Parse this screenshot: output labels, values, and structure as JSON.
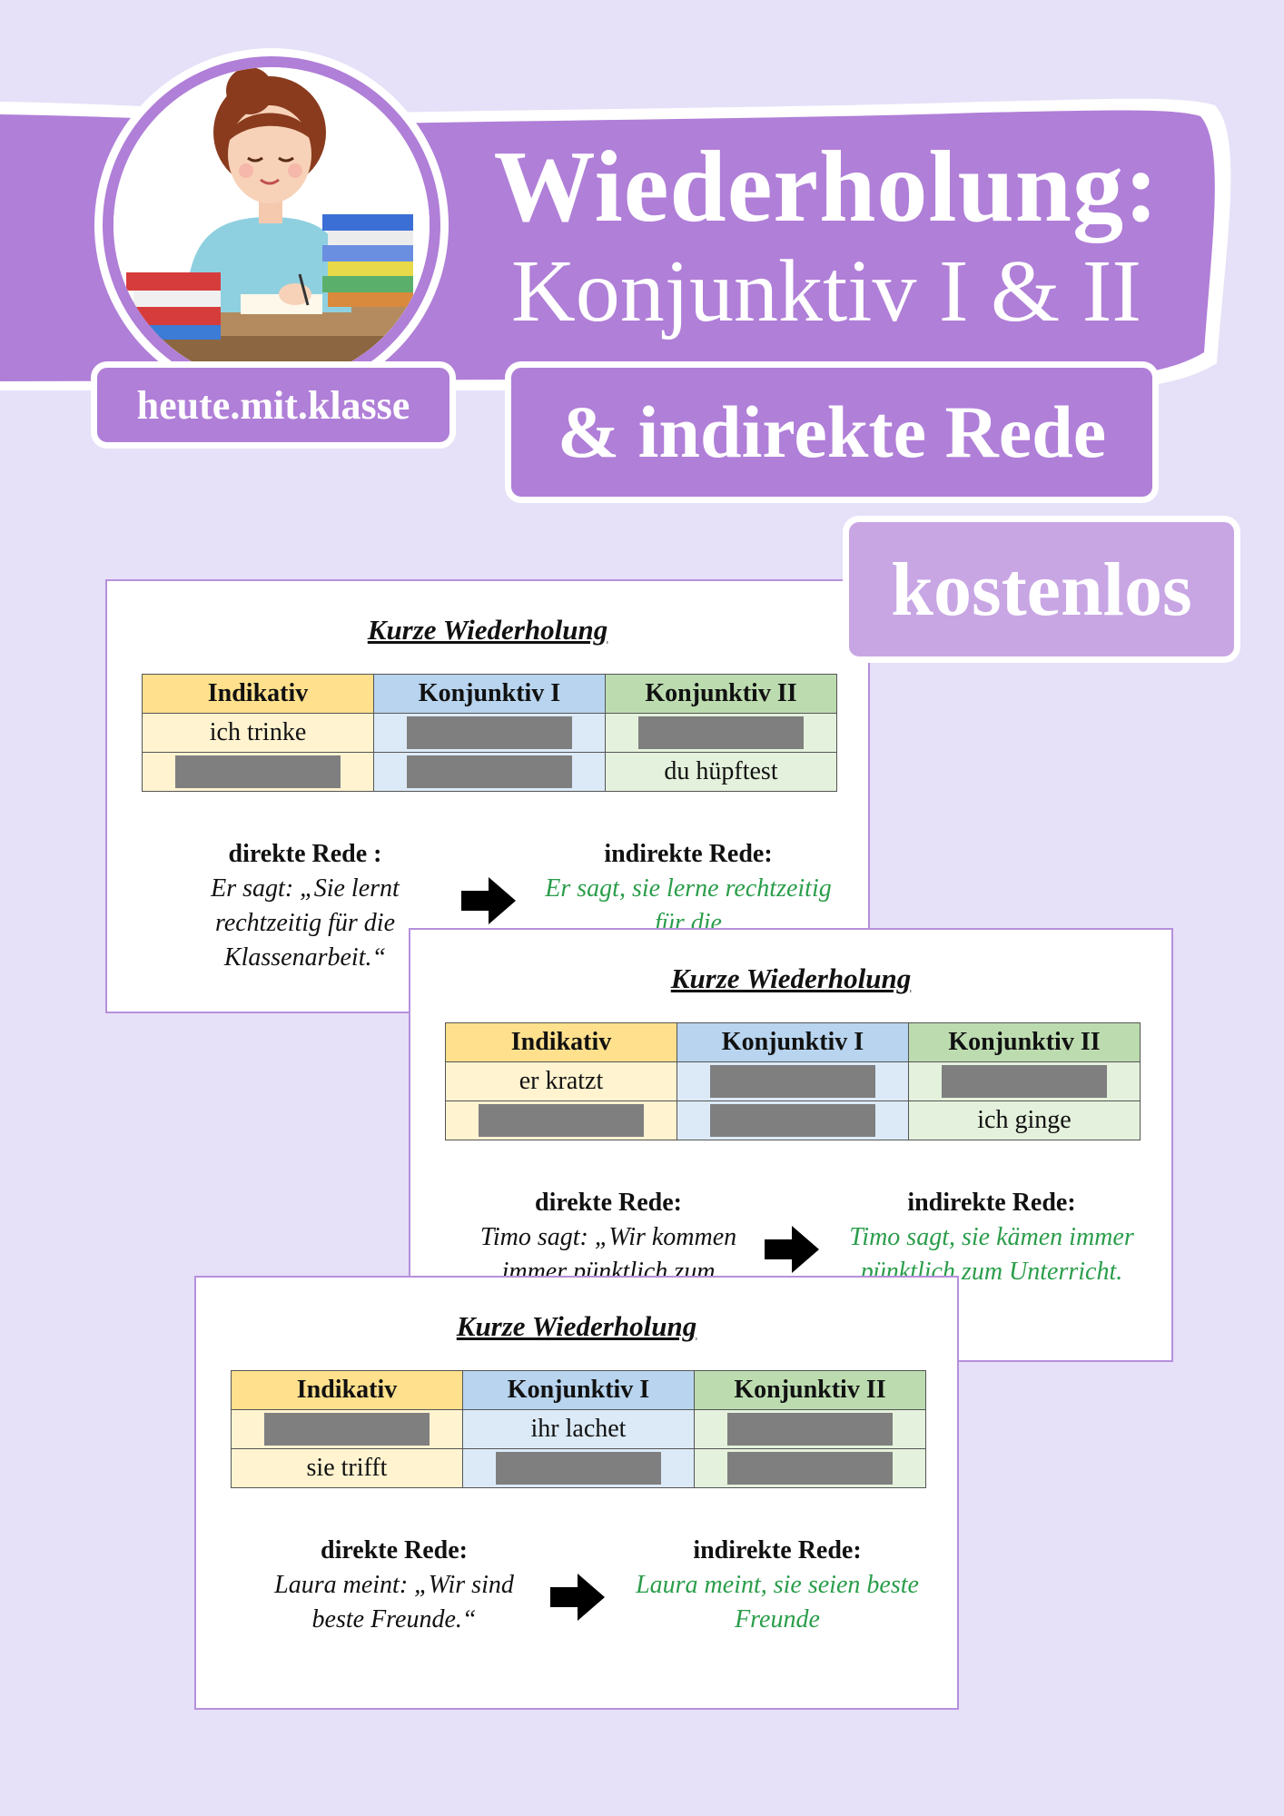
{
  "header": {
    "title_line1": "Wiederholung:",
    "title_line2": "Konjunktiv I & II",
    "subtitle": "& indirekte Rede",
    "brand": "heute.mit.klasse",
    "badge": "kostenlos"
  },
  "colors": {
    "background": "#e6e0f8",
    "accent": "#b07fd8",
    "badge": "#c8a6e4",
    "indikativ_header": "#ffe08c",
    "konjunktiv1_header": "#b8d4ee",
    "konjunktiv2_header": "#bcdcb0",
    "indirect_text": "#2a9d4a",
    "blank": "#7f7f7f"
  },
  "illustration": {
    "icon": "teacher-with-books-icon"
  },
  "cards": [
    {
      "title": "Kurze Wiederholung",
      "headers": [
        "Indikativ",
        "Konjunktiv I",
        "Konjunktiv II"
      ],
      "rows": [
        [
          "ich trinke",
          "",
          ""
        ],
        [
          "",
          "",
          "du hüpftest"
        ]
      ],
      "direct_label": "direkte Rede :",
      "direct_text": "Er sagt: „Sie lernt rechtzeitig für die Klassenarbeit.“",
      "indirect_label": "indirekte Rede:",
      "indirect_text": "Er sagt, sie lerne rechtzeitig für die"
    },
    {
      "title": "Kurze Wiederholung",
      "headers": [
        "Indikativ",
        "Konjunktiv I",
        "Konjunktiv II"
      ],
      "rows": [
        [
          "er kratzt",
          "",
          ""
        ],
        [
          "",
          "",
          "ich ginge"
        ]
      ],
      "direct_label": "direkte Rede:",
      "direct_text": "Timo sagt: „Wir kommen immer pünktlich zum",
      "indirect_label": "indirekte Rede:",
      "indirect_text": "Timo sagt, sie kämen immer pünktlich zum Unterricht."
    },
    {
      "title": "Kurze Wiederholung",
      "headers": [
        "Indikativ",
        "Konjunktiv I",
        "Konjunktiv II"
      ],
      "rows": [
        [
          "",
          "ihr lachet",
          ""
        ],
        [
          "sie trifft",
          "",
          ""
        ]
      ],
      "direct_label": "direkte Rede:",
      "direct_text": "Laura meint: „Wir sind beste Freunde.“",
      "indirect_label": "indirekte Rede:",
      "indirect_text": "Laura meint, sie seien beste Freunde"
    }
  ]
}
